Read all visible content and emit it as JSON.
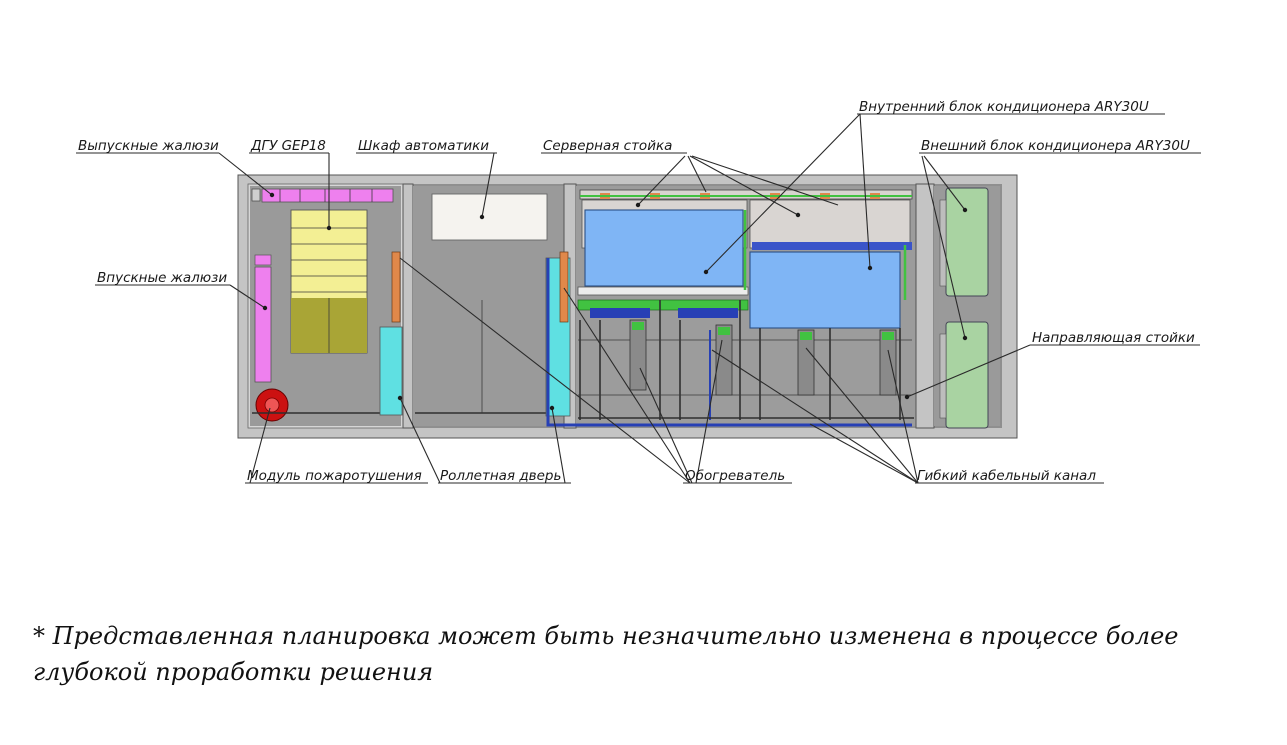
{
  "labels": {
    "exhaust_louvers": "Выпускные жалюзи",
    "dgu": "ДГУ GEP18",
    "automation_cabinet": "Шкаф автоматики",
    "server_rack": "Серверная  стойка",
    "indoor_ac": "Внутренний блок кондиционера ARY30U",
    "outdoor_ac": "Внешний блок кондиционера ARY30U",
    "intake_louvers": "Впускные жалюзи",
    "rack_guide": "Направляющая стойки",
    "fire_module": "Модуль пожаротушения",
    "roller_door": "Роллетная дверь",
    "heater": "Обогреватель",
    "cable_channel": "Гибкий кабельный канал"
  },
  "footnote": "* Представленная планировка может быть незначительно изменена в процессе более глубокой проработки решения",
  "colors": {
    "ac_indoor": "#7fb5f5",
    "ac_outdoor": "#a9d3a2",
    "generator": "#f3ef94",
    "generator_dark": "#a9a536",
    "louver": "#ee80ee",
    "cyan_panel": "#5fe0e2",
    "fire_module": "#cc1111",
    "cable": "#2740b5",
    "rack_green": "#41c241",
    "heater_orange": "#e0884a"
  }
}
